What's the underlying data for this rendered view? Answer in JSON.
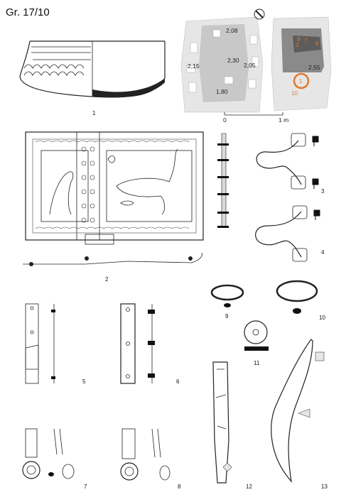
{
  "plate": {
    "title": "Gr. 17/10",
    "figure_numbers": [
      "1",
      "2",
      "3",
      "4",
      "5",
      "6",
      "7",
      "8",
      "9",
      "10",
      "11",
      "12",
      "13"
    ]
  },
  "plan_left": {
    "depths": [
      "2,08",
      "2,30",
      "2,15",
      "2,05",
      "1,80"
    ]
  },
  "plan_right": {
    "depth": "2,55",
    "find_markers": [
      "1",
      "10"
    ],
    "cluster_labels": [
      "9",
      "7",
      "2",
      "8"
    ],
    "scale_start": "0",
    "scale_end": "1 m"
  },
  "colors": {
    "line": "#222222",
    "grave_fill": "#c8c8c8",
    "stone_fill": "#e6e6e6",
    "find_marker": "#e0782a"
  },
  "icons": {
    "north_arrow": "north-arrow-icon"
  }
}
